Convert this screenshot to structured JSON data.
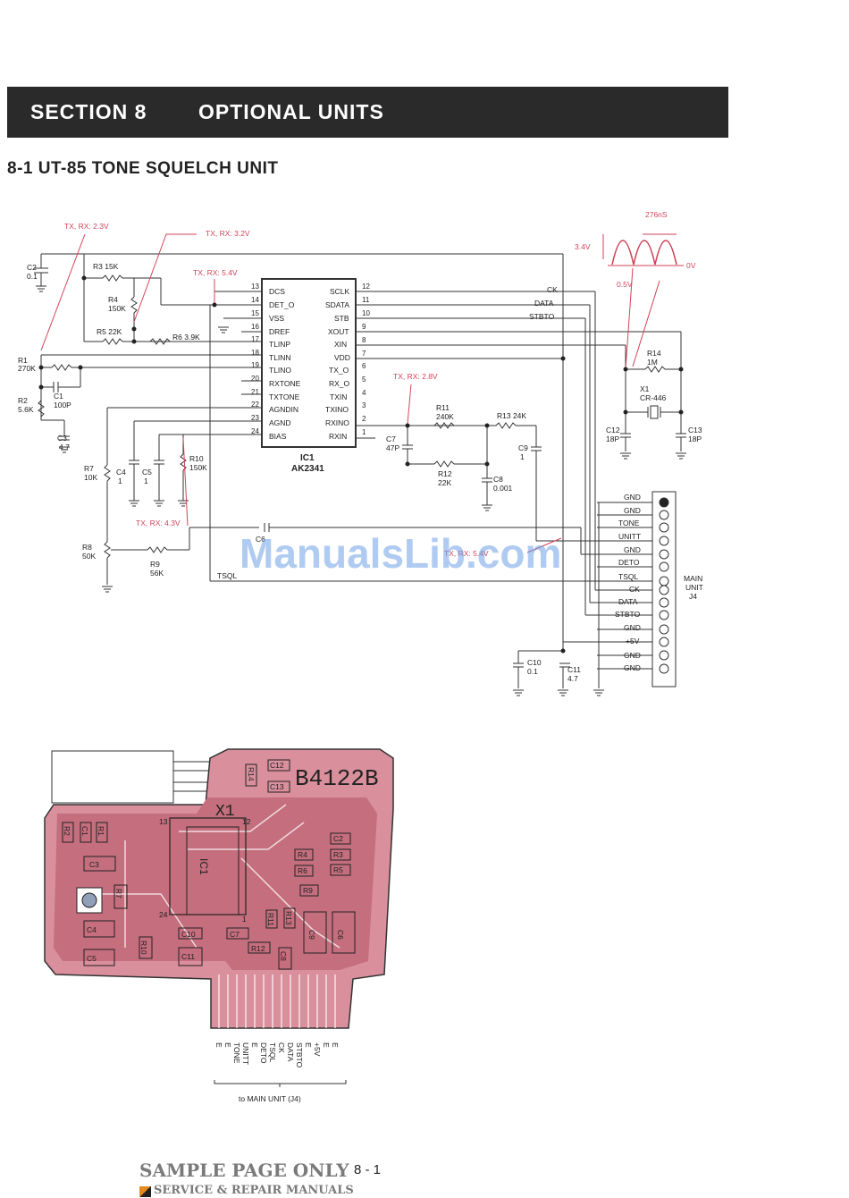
{
  "header": {
    "section_number": "SECTION  8",
    "section_title": "OPTIONAL UNITS"
  },
  "subtitle": "8-1  UT-85 TONE SQUELCH UNIT",
  "ic": {
    "ref": "IC1",
    "part": "AK2341",
    "left_pins": [
      "DCS",
      "DET_O",
      "VSS",
      "DREF",
      "TLINP",
      "TLINN",
      "TLINO",
      "RXTONE",
      "TXTONE",
      "AGNDIN",
      "AGND",
      "BIAS"
    ],
    "left_nums": [
      "13",
      "14",
      "15",
      "16",
      "17",
      "18",
      "19",
      "20",
      "21",
      "22",
      "23",
      "24"
    ],
    "right_pins": [
      "SCLK",
      "SDATA",
      "STB",
      "XOUT",
      "XIN",
      "VDD",
      "TX_O",
      "RX_O",
      "TXIN",
      "TXINO",
      "RXINO",
      "RXIN"
    ],
    "right_nums": [
      "12",
      "11",
      "10",
      "9",
      "8",
      "7",
      "6",
      "5",
      "4",
      "3",
      "2",
      "1"
    ]
  },
  "components": {
    "c2": [
      "C2",
      "0.1"
    ],
    "r3": "R3 15K",
    "r4": [
      "R4",
      "150K"
    ],
    "r5": "R5 22K",
    "r6": "R6 3.9K",
    "r1": [
      "R1",
      "270K"
    ],
    "r2": [
      "R2",
      "5.6K"
    ],
    "c1": [
      "C1",
      "100P"
    ],
    "c3": [
      "C3",
      "4.7"
    ],
    "r7": [
      "R7",
      "10K"
    ],
    "c4": [
      "C4",
      "1"
    ],
    "c5": [
      "C5",
      "1"
    ],
    "r10": [
      "R10",
      "150K"
    ],
    "r8": [
      "R8",
      "50K"
    ],
    "r9": [
      "R9",
      "56K"
    ],
    "c6": "C6",
    "c7": [
      "C7",
      "47P"
    ],
    "r11": [
      "R11",
      "240K"
    ],
    "r12": [
      "R12",
      "22K"
    ],
    "r13": "R13 24K",
    "c8": [
      "C8",
      "0.001"
    ],
    "c9": [
      "C9",
      "1"
    ],
    "r14": [
      "R14",
      "1M"
    ],
    "x1": [
      "X1",
      "CR-446"
    ],
    "c12": [
      "C12",
      "18P"
    ],
    "c13": [
      "C13",
      "18P"
    ],
    "c10": [
      "C10",
      "0.1"
    ],
    "c11": [
      "C11",
      "4.7"
    ]
  },
  "voltage_notes": [
    "TX, RX: 2.3V",
    "TX, RX: 3.2V",
    "TX, RX: 5.4V",
    "TX, RX: 2.8V",
    "TX, RX: 4.3V",
    "TX, RX: 5.4V"
  ],
  "waveform": {
    "period": "276nS",
    "amp": "3.4V",
    "low": "0.5V",
    "zero": "0V"
  },
  "signals": {
    "ck": "CK",
    "data": "DATA",
    "stbto": "STBTO",
    "tsql": "TSQL"
  },
  "connector": {
    "pins": [
      "GND",
      "GND",
      "TONE",
      "UNITT",
      "GND",
      "DETO",
      "TSQL",
      "CK",
      "DATA",
      "STBTO",
      "GND",
      "+5V",
      "GND",
      "GND"
    ],
    "label": [
      "MAIN",
      "UNIT",
      "J4"
    ]
  },
  "pcb": {
    "board_id": "B4122B",
    "crystal": "X1",
    "ic_pins": [
      "13",
      "12",
      "24",
      "1"
    ],
    "ic_label": "IC1",
    "parts": [
      "R14",
      "C12",
      "C13",
      "R2",
      "C1",
      "R1",
      "C3",
      "R7",
      "C4",
      "C5",
      "R10",
      "C10",
      "C11",
      "C7",
      "R12",
      "R11",
      "R13",
      "C8",
      "C9",
      "C6",
      "C2",
      "R3",
      "R4",
      "R5",
      "R6",
      "R9"
    ],
    "edge_pins": [
      "E",
      "E",
      "TONE",
      "UNITT",
      "E",
      "DETO",
      "TSQL",
      "CK",
      "DATA",
      "STBTO",
      "E",
      "+5V",
      "E",
      "E"
    ],
    "to_main": "to MAIN UNIT (J4)"
  },
  "watermark": "ManualsLib.com",
  "footer": {
    "sample": "SAMPLE PAGE ONLY",
    "page": "8 - 1",
    "service": "SERVICE & REPAIR MANUALS"
  }
}
